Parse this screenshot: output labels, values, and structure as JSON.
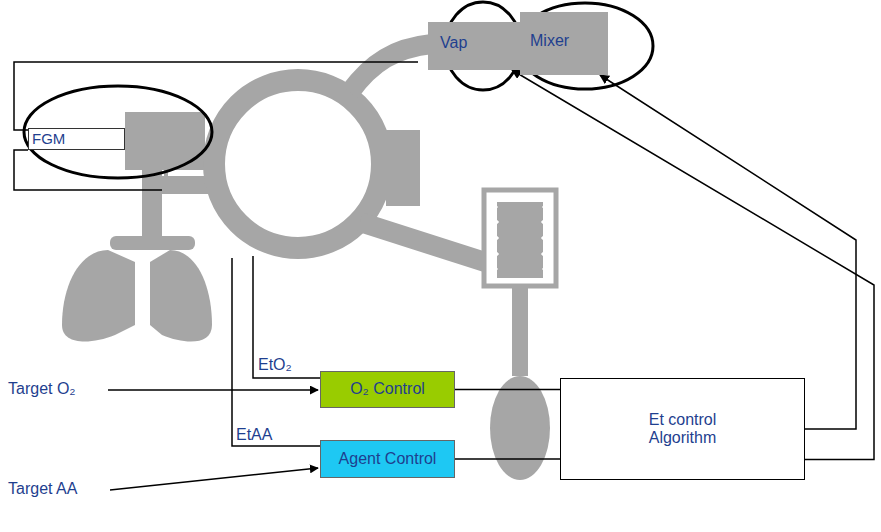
{
  "diagram": {
    "nodes": [
      {
        "text": [
          "FGM"
        ]
      },
      {
        "text": [
          "Vap"
        ]
      },
      {
        "text": [
          "Mixer"
        ]
      },
      {
        "text": [
          "O₂ Control"
        ]
      },
      {
        "text": [
          "Agent Control"
        ]
      },
      {
        "text": [
          "Et control Algorithm"
        ]
      }
    ],
    "edges": [
      {
        "from": 3,
        "to": 5,
        "arrow": "none"
      },
      {
        "from": 4,
        "to": 5,
        "arrow": "none"
      },
      {
        "from": 5,
        "to": 1,
        "arrow": "to"
      },
      {
        "from": 5,
        "to": 2,
        "arrow": "to"
      }
    ],
    "labels": [
      "EtO₂",
      "Target O₂",
      "EtAA",
      "Target AA"
    ]
  }
}
